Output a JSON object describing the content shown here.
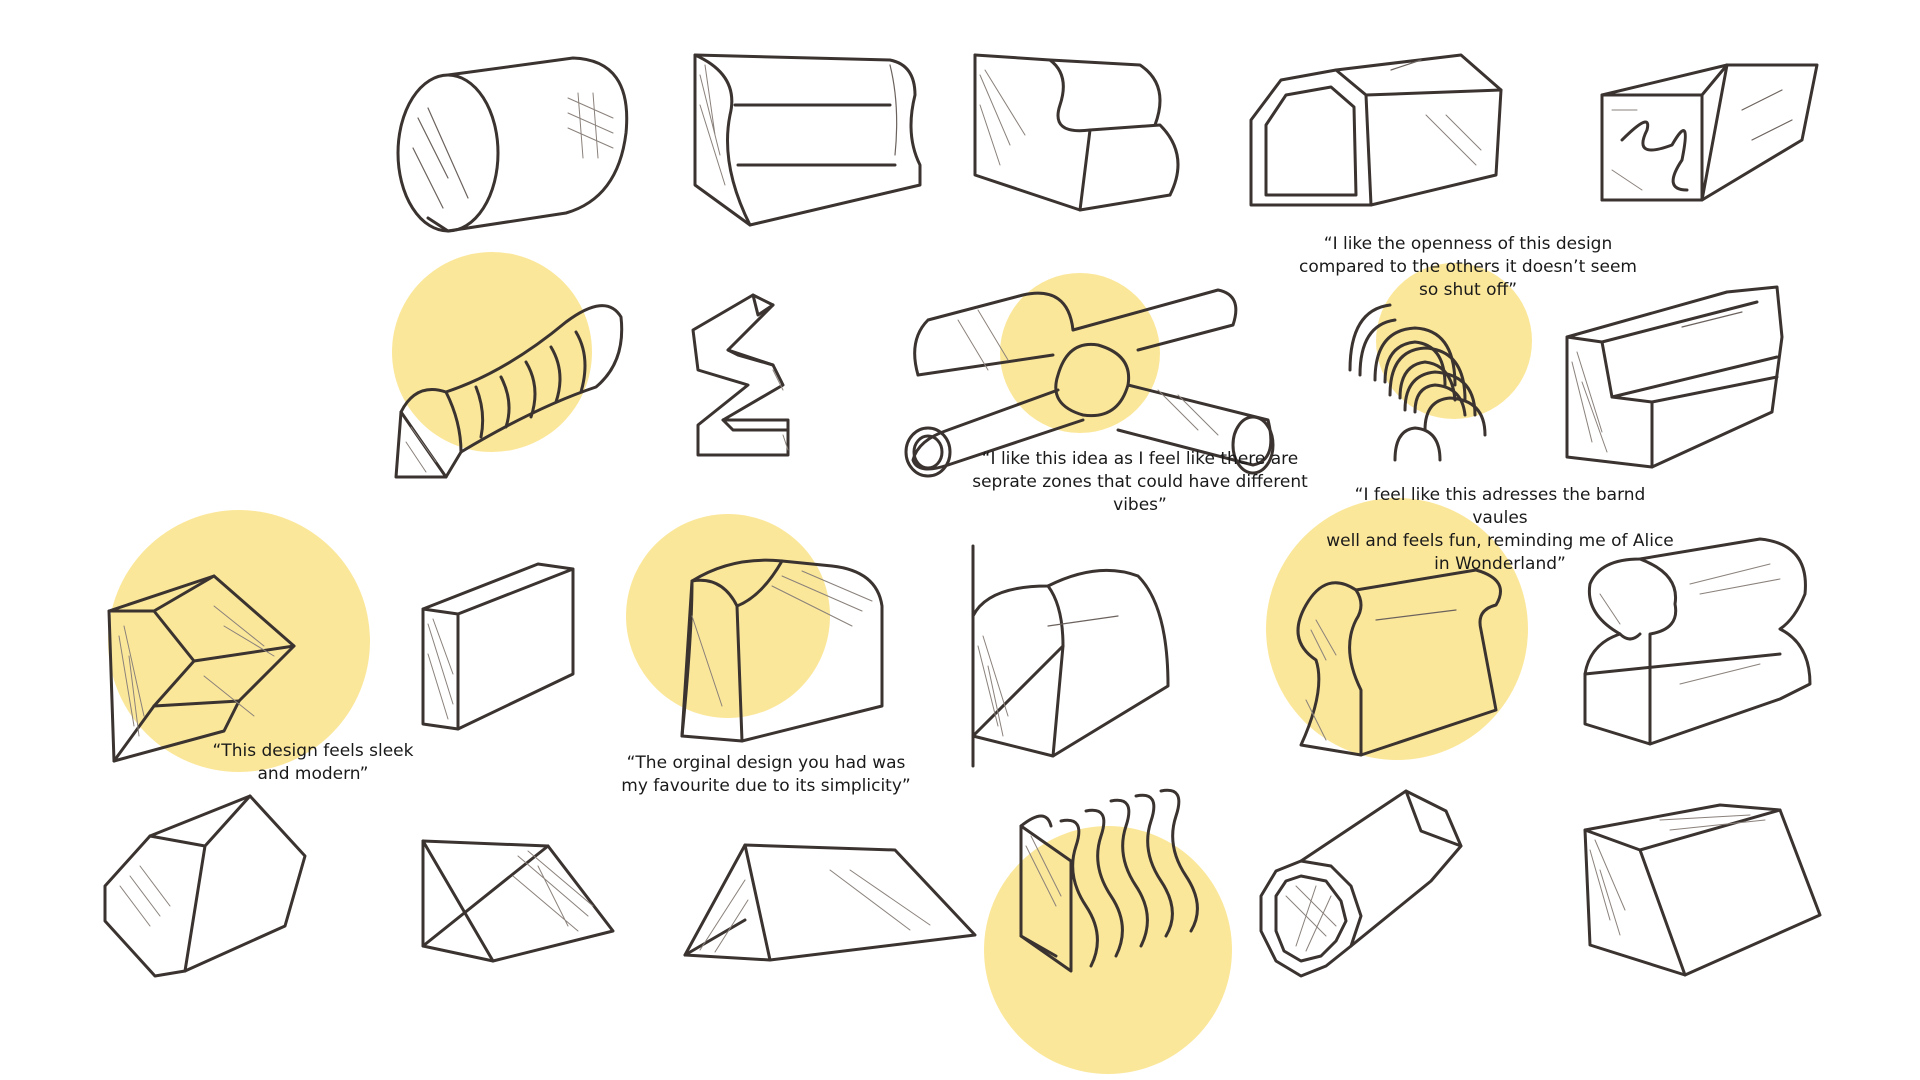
{
  "board": {
    "highlight_color": "#fbe79a",
    "sketch_color": "#3a3330",
    "sketches": [
      {
        "id": "tunnel-cylinder",
        "highlighted": false
      },
      {
        "id": "wave-wall",
        "highlighted": false
      },
      {
        "id": "curved-seat",
        "highlighted": false
      },
      {
        "id": "barn-shelter",
        "highlighted": false
      },
      {
        "id": "box-with-squiggle",
        "highlighted": false
      },
      {
        "id": "ribbed-curved-tunnel",
        "highlighted": true
      },
      {
        "id": "zigzag-wall",
        "highlighted": false
      },
      {
        "id": "cross-tubes",
        "highlighted": true
      },
      {
        "id": "arch-rings",
        "highlighted": true
      },
      {
        "id": "stepped-block",
        "highlighted": false
      },
      {
        "id": "chevron-prism",
        "highlighted": true
      },
      {
        "id": "cube-box",
        "highlighted": false
      },
      {
        "id": "rounded-arch-shelter",
        "highlighted": true
      },
      {
        "id": "half-arch-wall",
        "highlighted": false
      },
      {
        "id": "keyhole-shelter",
        "highlighted": true
      },
      {
        "id": "double-lobe-block",
        "highlighted": false
      },
      {
        "id": "hexagon-prism",
        "highlighted": false
      },
      {
        "id": "wedge-ramp",
        "highlighted": false
      },
      {
        "id": "a-frame-tent",
        "highlighted": false
      },
      {
        "id": "wavy-slat-wall",
        "highlighted": true
      },
      {
        "id": "octagon-tunnel",
        "highlighted": false
      },
      {
        "id": "slanted-block",
        "highlighted": false
      }
    ]
  },
  "quotes": {
    "openness": "“I like the openness of this design\ncompared to the others it doesn’t seem\nso shut off”",
    "zones": "“I like this idea as I feel like there are\nseprate zones that could have different\nvibes”",
    "alice": "“I feel like this adresses the barnd vaules\nwell and feels fun, reminding me of Alice\nin Wonderland”",
    "sleek": "“This design feels sleek\nand modern”",
    "original": "“The orginal design you had was\nmy favourite due to its simplicity”"
  }
}
